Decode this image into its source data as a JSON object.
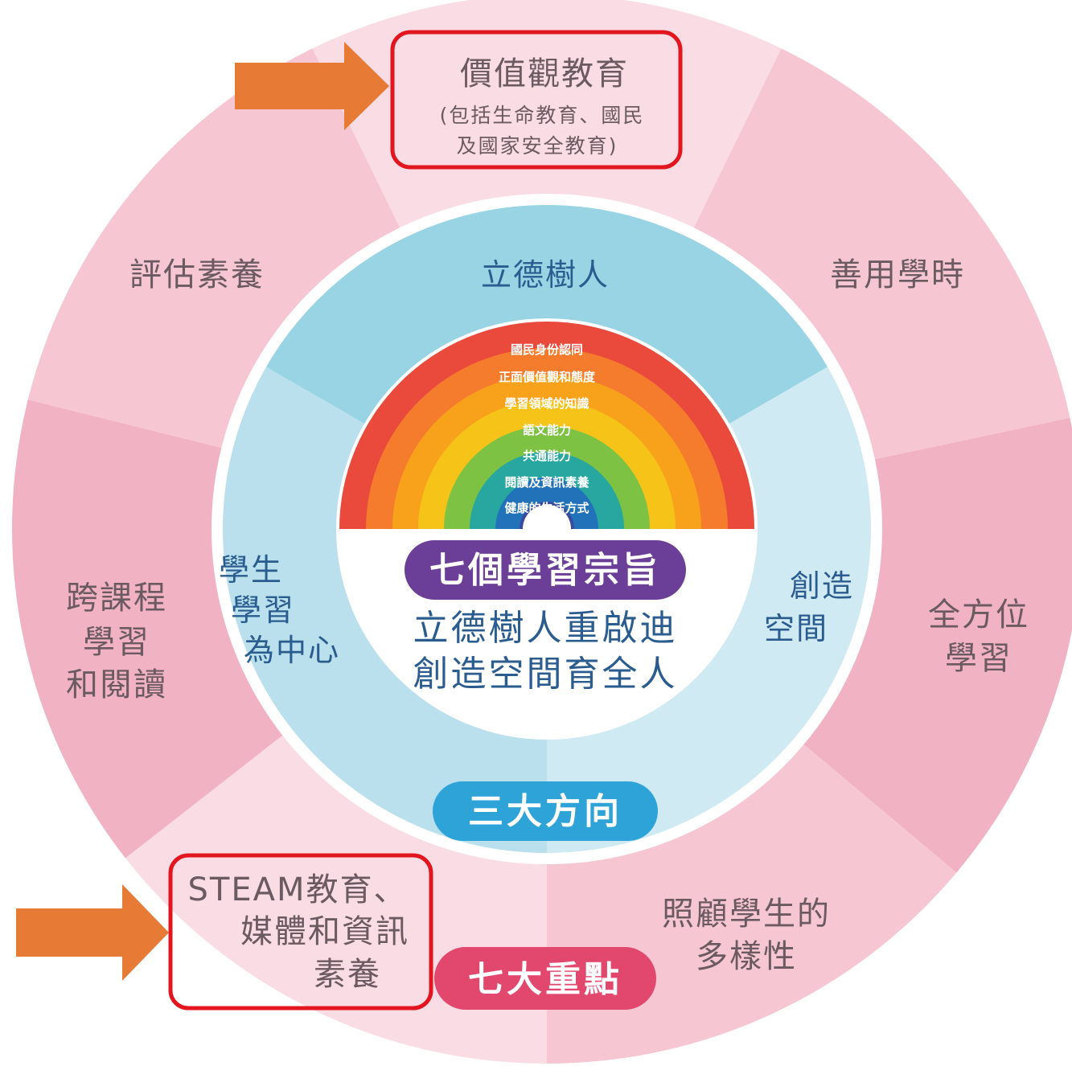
{
  "colors": {
    "outer_ring_light": "#fadde4",
    "outer_ring_mid": "#f6c7d3",
    "outer_ring_dark": "#f1b2c4",
    "inner_ring_dark": "#98d4e4",
    "inner_ring_light": "#cfeaf2",
    "center": "#ffffff",
    "text_pink": "#6b5a61",
    "text_blue": "#2b5c8f",
    "pill_purple": "#6b3e97",
    "pill_blue": "#2ea3d8",
    "pill_pink": "#e2476d",
    "highlight_box": "#e3151e",
    "arrow": "#e77a34",
    "rainbow": [
      "#e94a3c",
      "#f47c2c",
      "#f8a21b",
      "#f6c318",
      "#7dc242",
      "#28a6a0",
      "#2172b8",
      "#3a4a9f"
    ]
  },
  "seven_priorities": {
    "pill_label": "七大重點",
    "values_education_title": "價值觀教育",
    "values_education_note_1": "(包括生命教育、國民",
    "values_education_note_2": "及國家安全教育)",
    "assessment_literacy": "評估素養",
    "learning_time": "善用學時",
    "cross_curricular_1": "跨課程",
    "cross_curricular_2": "學習",
    "cross_curricular_3": "和閱讀",
    "life_wide_1": "全方位",
    "life_wide_2": "學習",
    "steam_1": "STEAM教育、",
    "steam_2": "媒體和資訊",
    "steam_3": "素養",
    "diversity_1": "照顧學生的",
    "diversity_2": "多樣性"
  },
  "three_directions": {
    "pill_label": "三大方向",
    "moral": "立德樹人",
    "student_centred_1": "學生",
    "student_centred_2": "學習",
    "student_centred_3": "為中心",
    "create_space_1": "創造",
    "create_space_2": "空間"
  },
  "seven_learning_goals": {
    "pill_label": "七個學習宗旨",
    "slogan_1": "立德樹人重啟迪",
    "slogan_2": "創造空間育全人",
    "arcs": [
      "國民身份認同",
      "正面價值觀和態度",
      "學習領域的知識",
      "語文能力",
      "共通能力",
      "閱讀及資訊素養",
      "健康的生活方式"
    ]
  }
}
